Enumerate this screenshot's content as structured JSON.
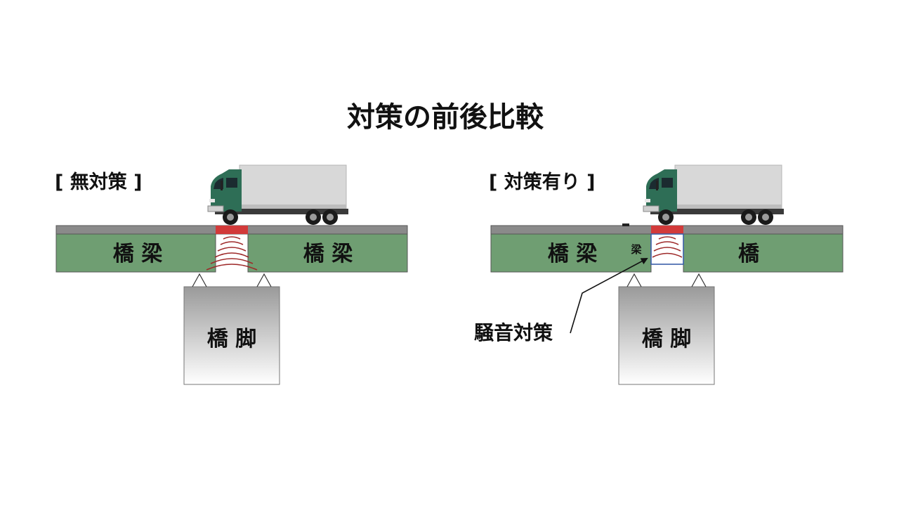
{
  "title": "対策の前後比較",
  "colors": {
    "beam": "#6f9e72",
    "deck": "#8a8a8a",
    "joint": "#d23a3a",
    "noise_wave": "#9e2a2a",
    "device_outline": "#3b5fa8",
    "truck_cab": "#2e6e56",
    "truck_box": "#d8d8d8",
    "pier_top": "#9a9a9a",
    "pier_bottom": "#ffffff"
  },
  "panels": {
    "before": {
      "label": "[ 無対策 ]",
      "beam_left": "橋 梁",
      "beam_right": "橋 梁",
      "pier": "橋 脚"
    },
    "after": {
      "label": "[ 対策有り ]",
      "beam_left": "橋 梁",
      "beam_small": "梁",
      "beam_right": "橋",
      "pier": "橋 脚",
      "callout": "騒音対策"
    }
  }
}
